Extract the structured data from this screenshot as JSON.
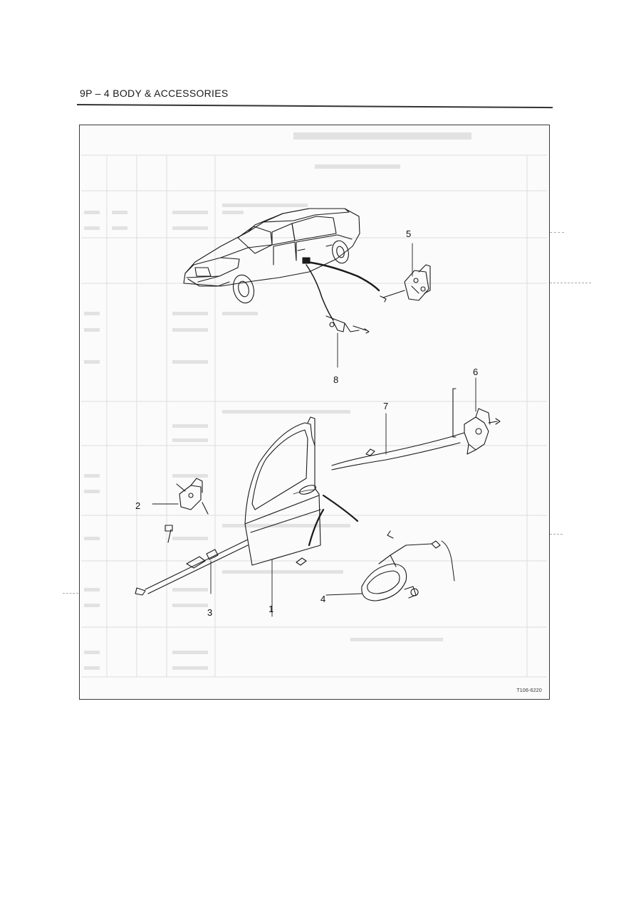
{
  "header": {
    "title": "9P – 4 BODY & ACCESSORIES"
  },
  "figure": {
    "code": "T106-6220",
    "callouts": [
      "1",
      "2",
      "3",
      "4",
      "5",
      "6",
      "7",
      "8"
    ]
  },
  "colors": {
    "ink": "#1a1a1a",
    "ghost": "#d4d4d4",
    "frame": "#3a3a3a"
  }
}
